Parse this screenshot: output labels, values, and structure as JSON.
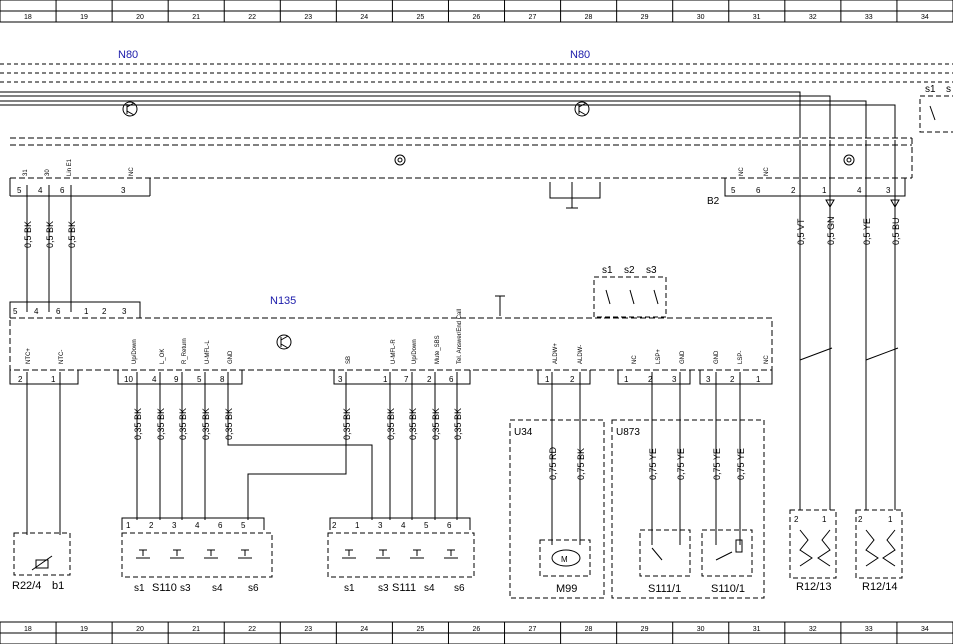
{
  "grid_columns": [
    "18",
    "19",
    "20",
    "21",
    "22",
    "23",
    "24",
    "25",
    "26",
    "27",
    "28",
    "29",
    "30",
    "31",
    "32",
    "33",
    "34"
  ],
  "modules": {
    "n80_left": "N80",
    "n80_right": "N80",
    "n135": "N135",
    "b2": "B2",
    "u34": "U34",
    "u873": "U873"
  },
  "n80_pins": [
    {
      "num": "5",
      "label": "31"
    },
    {
      "num": "4",
      "label": "30"
    },
    {
      "num": "6",
      "label": "Lin E1"
    },
    {
      "num": "3",
      "label": "NC"
    }
  ],
  "b2_pins": [
    {
      "num": "5",
      "label": "NC"
    },
    {
      "num": "6",
      "label": "NC"
    },
    {
      "num": "2",
      "label": ""
    },
    {
      "num": "1",
      "label": ""
    },
    {
      "num": "4",
      "label": ""
    },
    {
      "num": "3",
      "label": ""
    }
  ],
  "wires_top": [
    "0,5 BK",
    "0,5 BK",
    "0,5 BK"
  ],
  "wires_right": [
    "0,5 VT",
    "0,5 GN",
    "0,5 YE",
    "0,5 BU"
  ],
  "n135_top_pins": [
    "5",
    "4",
    "6",
    "1",
    "2",
    "3"
  ],
  "n135_pins": [
    {
      "num": "2",
      "label": "NTC+"
    },
    {
      "num": "1",
      "label": "NTC-"
    },
    {
      "num": "10",
      "label": "Up/Down"
    },
    {
      "num": "4",
      "label": "L_OK"
    },
    {
      "num": "9",
      "label": "R_Return"
    },
    {
      "num": "5",
      "label": "U-MFL-L"
    },
    {
      "num": "8",
      "label": "GND"
    },
    {
      "num": "3",
      "label": "SB"
    },
    {
      "num": "1",
      "label": "U-MFL-R"
    },
    {
      "num": "7",
      "label": "Up/Down"
    },
    {
      "num": "2",
      "label": "Mute_SBS"
    },
    {
      "num": "6",
      "label": "Tel. Answer/End Call"
    },
    {
      "num": "1",
      "label": "ALDW+"
    },
    {
      "num": "2",
      "label": "ALDW-"
    },
    {
      "num": "1",
      "label": "NC"
    },
    {
      "num": "2",
      "label": "LSP+"
    },
    {
      "num": "3",
      "label": "GND"
    },
    {
      "num": "3",
      "label": "GND"
    },
    {
      "num": "2",
      "label": "LSP-"
    },
    {
      "num": "1",
      "label": "NC"
    }
  ],
  "wires_mid": [
    "0,35 BK",
    "0,35 BK",
    "0,35 BK",
    "0,35 BK",
    "0,35 BK",
    "0,35 BK",
    "0,35 BK",
    "0,35 BK",
    "0,35 BK",
    "0,35 BK"
  ],
  "wires_u34": [
    "0,75 RD",
    "0,75 BK"
  ],
  "wires_u873": [
    "0,75 YE",
    "0,75 YE",
    "0,75 YE",
    "0,75 YE"
  ],
  "switch_pins_s110": [
    "1",
    "2",
    "3",
    "4",
    "6",
    "5"
  ],
  "switch_pins_s111": [
    "2",
    "1",
    "3",
    "4",
    "5",
    "6"
  ],
  "top_switches": [
    "s1",
    "s2",
    "s3"
  ],
  "corner_labels": [
    "s1",
    "s"
  ],
  "components": {
    "r22": "R22/4",
    "b1": "b1",
    "s110": "S110",
    "s111": "S111",
    "m99": "M99",
    "m_symbol": "M",
    "s111_1": "S111/1",
    "s110_1": "S110/1",
    "r12_13": "R12/13",
    "r12_14": "R12/14"
  },
  "s110_sub": [
    "s1",
    "s3",
    "s4",
    "s6"
  ],
  "s111_sub": [
    "s1",
    "s3",
    "s4",
    "s6"
  ],
  "r12_pins": [
    "2",
    "1"
  ]
}
